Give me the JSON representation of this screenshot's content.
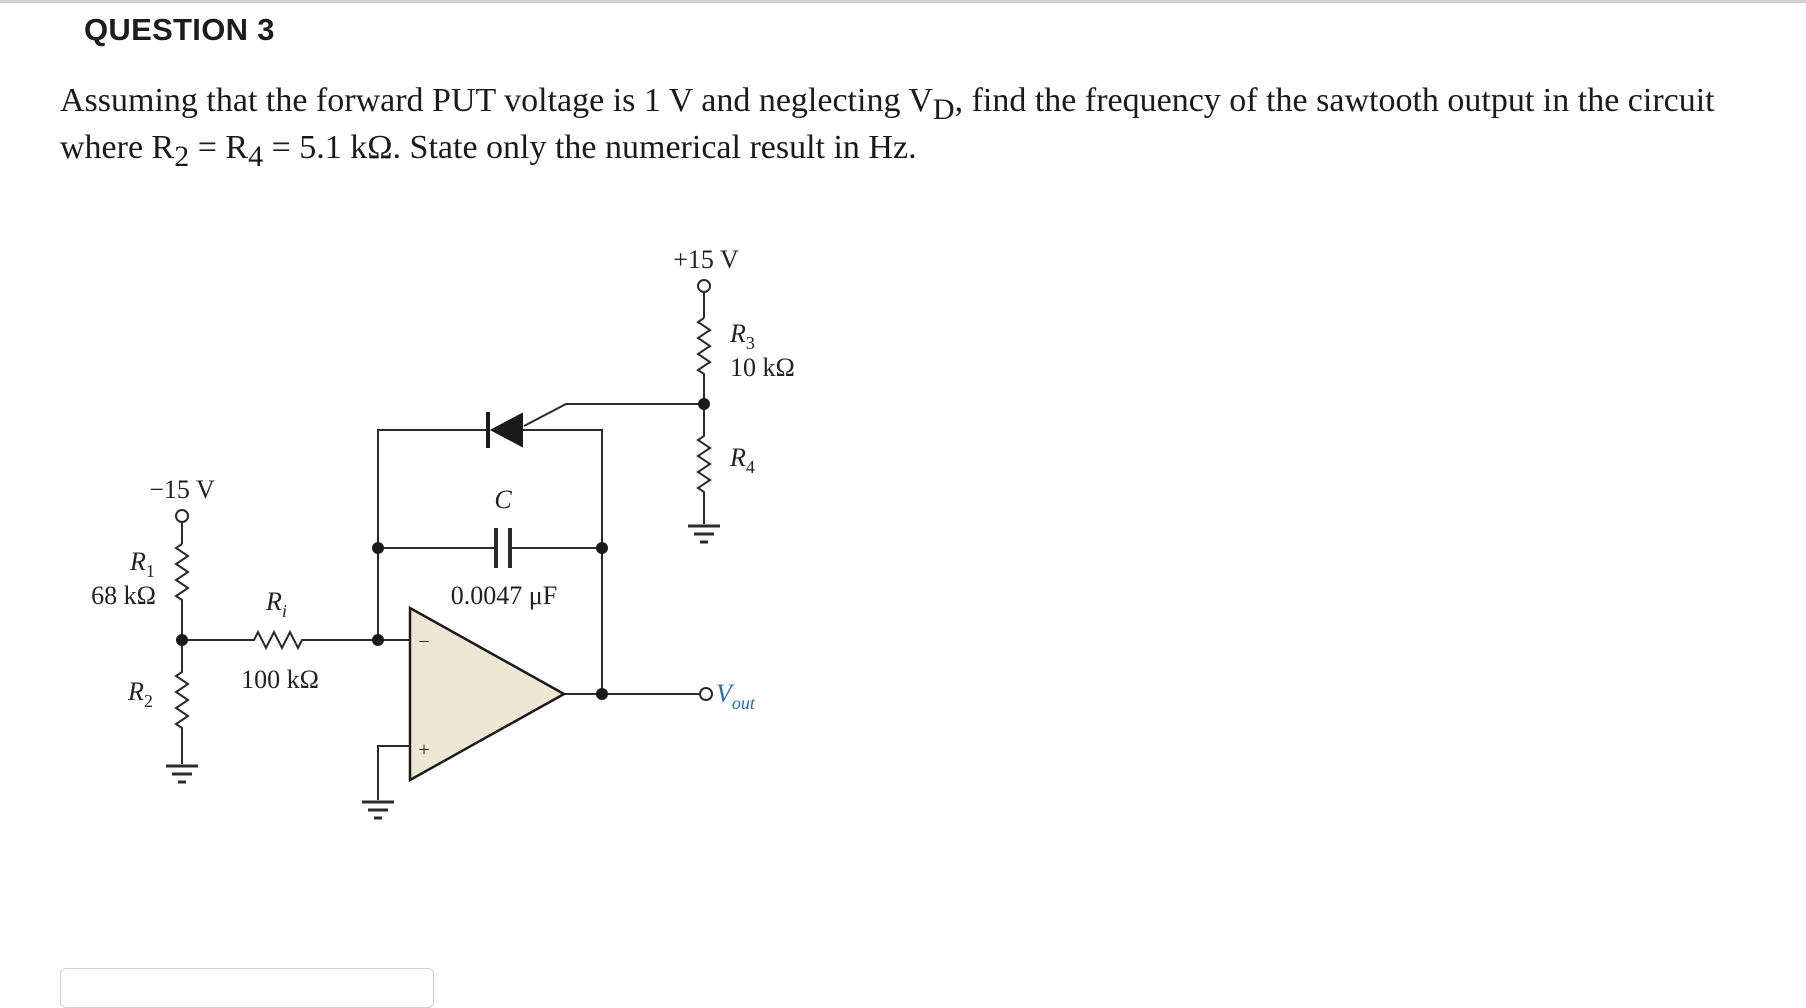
{
  "question": {
    "title": "QUESTION 3",
    "text_part1": "Assuming that the forward PUT voltage is 1 V and neglecting V",
    "text_sub_D": "D",
    "text_part2": ", find the frequency of the sawtooth output in the circuit where R",
    "text_sub_2": "2",
    "text_part3": " = R",
    "text_sub_4": "4",
    "text_part4": " = 5.1 kΩ. State only the numerical result in Hz."
  },
  "circuit": {
    "plus_supply": "+15 V",
    "minus_supply": "−15 V",
    "r3_label": "R",
    "r3_sub": "3",
    "r3_value": "10 kΩ",
    "r4_label": "R",
    "r4_sub": "4",
    "r1_label": "R",
    "r1_sub": "1",
    "r1_value": "68 kΩ",
    "r2_label": "R",
    "r2_sub": "2",
    "ri_label": "R",
    "ri_sub": "i",
    "ri_value": "100 kΩ",
    "c_label": "C",
    "c_value": "0.0047 μF",
    "opamp_minus": "−",
    "opamp_plus": "+",
    "vout_label": "V",
    "vout_sub": "out",
    "accent_blue": "#1f6fb5",
    "opamp_fill": "#efe6d4"
  }
}
